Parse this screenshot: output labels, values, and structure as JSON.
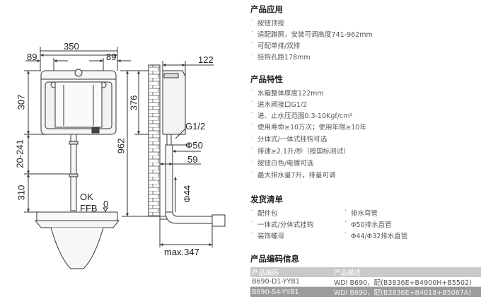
{
  "drawing": {
    "dims": {
      "w350": "350",
      "w89_left": "89",
      "w89_right": "89",
      "w122": "122",
      "h307": "307",
      "h20_241": "20-241",
      "h310": "310",
      "h376": "376",
      "h962": "962",
      "h44": "Φ44",
      "g12": "G1/2",
      "d50": "Φ50",
      "w59": "59",
      "ok": "OK",
      "ffb": "FFB",
      "zero": "0",
      "max347": "max.347"
    }
  },
  "spec": {
    "application": {
      "title": "产品应用",
      "items": [
        "按钮顶按",
        "适配蹲厕，安装可调高度741-962mm",
        "可配单排/双排",
        "挂钩孔距178mm"
      ]
    },
    "features": {
      "title": "产品特性",
      "items": [
        "水箱整体厚度122mm",
        "进水阀接口G1/2",
        "进、止水压范围0.3-10Kgf/cm²",
        "使用寿命≥10万次；使用年限≥10年",
        "分体式/一体式挂钩可选",
        "排速≥2.1升/秒（按国标测试）",
        "按钮白色/电镀可选",
        "最大排水量7升，排量可调"
      ]
    },
    "shipping": {
      "title": "发货清单",
      "left_items": [
        "配件包",
        "一体式/分体式挂钩",
        "装饰螺母"
      ],
      "right_items": [
        "排水弯管",
        "Φ50排水直管",
        "Φ44/Φ32排水直管"
      ]
    },
    "codes": {
      "title": "产品编码信息",
      "header": [
        "产品编码",
        "产品描述"
      ],
      "rows": [
        [
          "B690-D1-YYB1",
          "WDI B690，配(B3836E+B4900H+B5502)"
        ],
        [
          "B690-S4-YYB1",
          "WDI B690，配(B3836E+B4018+B5067A)"
        ]
      ]
    }
  },
  "colors": {
    "line": "#333333",
    "header_bg": "#c9c9c9",
    "row_alt_bg": "#9c9c9c"
  }
}
